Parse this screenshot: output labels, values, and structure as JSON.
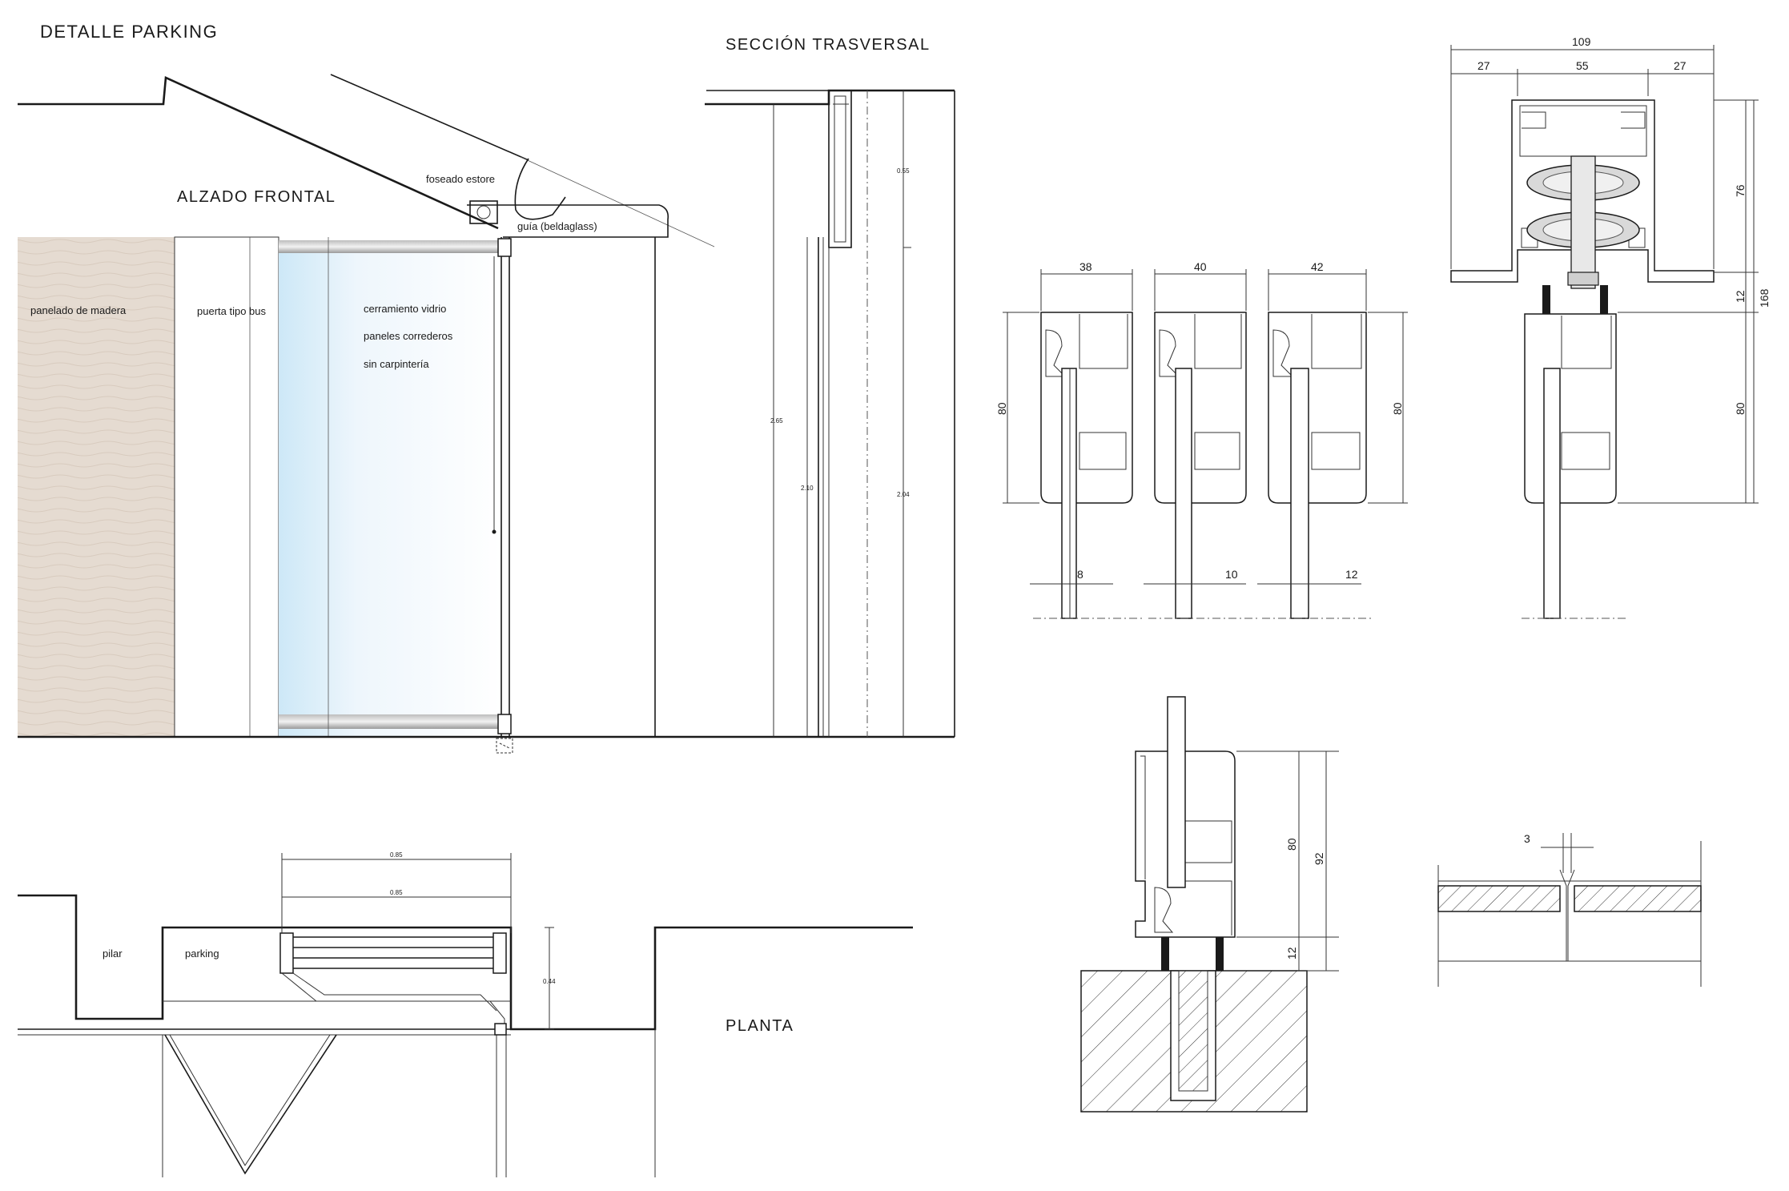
{
  "titles": {
    "main": "DETALLE PARKING",
    "section": "SECCIÓN TRASVERSAL",
    "elevation": "ALZADO FRONTAL",
    "plan": "PLANTA"
  },
  "labels": {
    "wood_panel": "panelado de madera",
    "bus_door": "puerta tipo bus",
    "glass_1": "cerramiento vidrio",
    "glass_2": "paneles correderos",
    "glass_3": "sin carpintería",
    "blind_box": "foseado estore",
    "guide": "guía (beldaglass)",
    "pillar": "pilar",
    "parking": "parking"
  },
  "section_dims": {
    "top": "0.55",
    "total": "2.65",
    "door": "2.10",
    "glass": "2.04"
  },
  "plan_dims": {
    "outer": "0.85",
    "inner": "0.85",
    "depth": "0.44"
  },
  "profiles": {
    "widths": [
      "38",
      "40",
      "42"
    ],
    "height": "80",
    "glass": [
      "8",
      "10",
      "12"
    ]
  },
  "carriage": {
    "total": "109",
    "side_left": "27",
    "center": "55",
    "side_right": "27",
    "upper": "76",
    "gap": "12",
    "lower": "80",
    "overall": "168"
  },
  "floor_guide": {
    "h1": "80",
    "h2": "92",
    "gap": "12"
  },
  "joint": {
    "gap": "3"
  },
  "colors": {
    "wood": "#e5dbd1",
    "glass": "#eef5fb",
    "glass_edge": "#cfe8f6",
    "door": "#f3f3f2",
    "line": "#1a1a1a"
  }
}
